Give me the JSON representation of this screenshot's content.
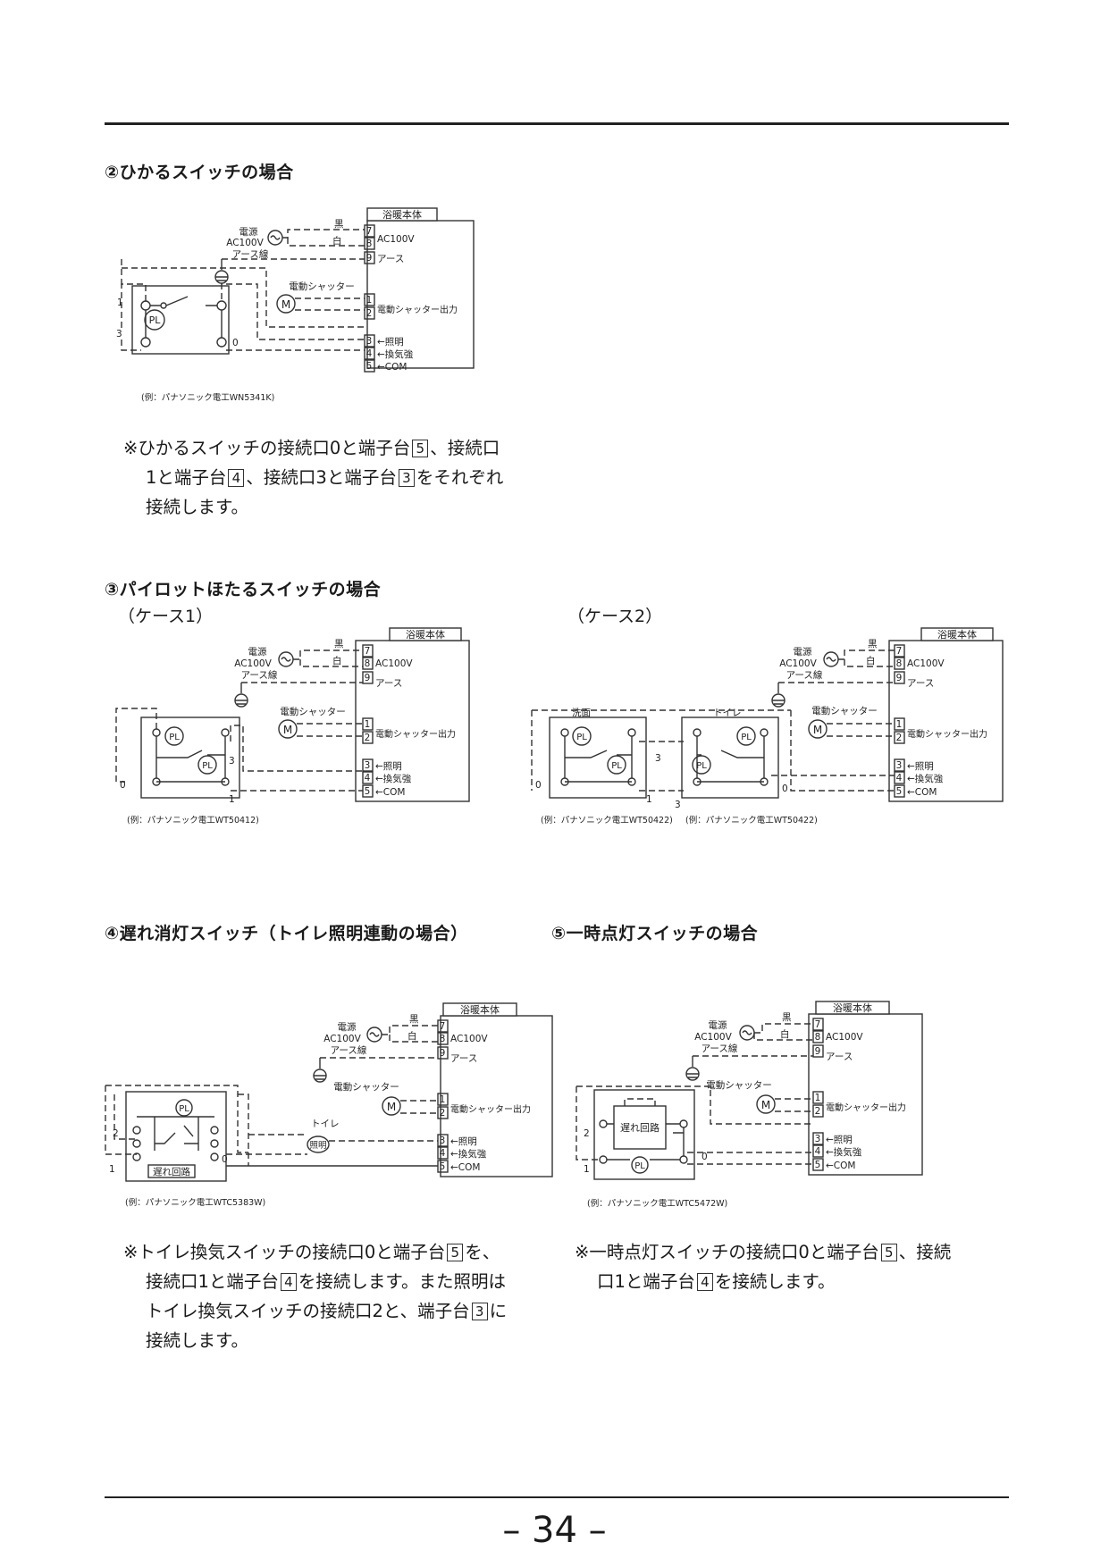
{
  "sections": {
    "s2": {
      "title": "②ひかるスイッチの場合"
    },
    "s3": {
      "title": "③パイロットほたるスイッチの場合",
      "case1": "（ケース1）",
      "case2": "（ケース2）"
    },
    "s4": {
      "title": "④遅れ消灯スイッチ（トイレ照明連動の場合）"
    },
    "s5": {
      "title": "⑤一時点灯スイッチの場合"
    }
  },
  "common": {
    "unit": "浴暖本体",
    "power": "電源",
    "ac": "AC100V",
    "earth_line": "アース線",
    "black": "黒",
    "white": "白",
    "t7": "7",
    "t8": "8",
    "t9": "9",
    "t1": "1",
    "t2": "2",
    "t3": "3",
    "t4": "4",
    "t5": "5",
    "out_ac": "AC100V",
    "out_earth": "アース",
    "shutter": "電動シャッター",
    "shutter_out": "電動シャッター出力",
    "light": "←照明",
    "vent": "←換気強",
    "com": "←COM",
    "motor": "M",
    "pl": "PL",
    "n0": "0",
    "n1": "1",
    "n2": "2",
    "n3": "3",
    "delay": "遅れ回路",
    "senmen": "洗面",
    "toilet": "トイレ",
    "shomei": "照明"
  },
  "examples": {
    "d2": "(例：パナソニック電工WN5341K)",
    "d3a": "(例：パナソニック電工WT50412)",
    "d3b1": "(例：パナソニック電工WT50422)",
    "d3b2": "(例：パナソニック電工WT50422)",
    "d4": "(例：パナソニック電工WTC5383W)",
    "d5": "(例：パナソニック電工WTC5472W)"
  },
  "notes": {
    "n2": {
      "l1a": "※ひかるスイッチの接続口0と端子台",
      "k1": "5",
      "l1b": "、接続口",
      "l2a": "1と端子台",
      "k2": "4",
      "l2b": "、接続口3と端子台",
      "k3": "3",
      "l2c": "をそれぞれ",
      "l3": "接続します。"
    },
    "n4": {
      "l1a": "※トイレ換気スイッチの接続口0と端子台",
      "k1": "5",
      "l1b": "を、",
      "l2a": "接続口1と端子台",
      "k2": "4",
      "l2b": "を接続します。また照明は",
      "l3a": "トイレ換気スイッチの接続口2と、端子台",
      "k3": "3",
      "l3b": "に",
      "l4": "接続します。"
    },
    "n5": {
      "l1a": "※一時点灯スイッチの接続口0と端子台",
      "k1": "5",
      "l1b": "、接続",
      "l2a": "口1と端子台",
      "k2": "4",
      "l2b": "を接続します。"
    }
  },
  "page_number": "– 34 –"
}
